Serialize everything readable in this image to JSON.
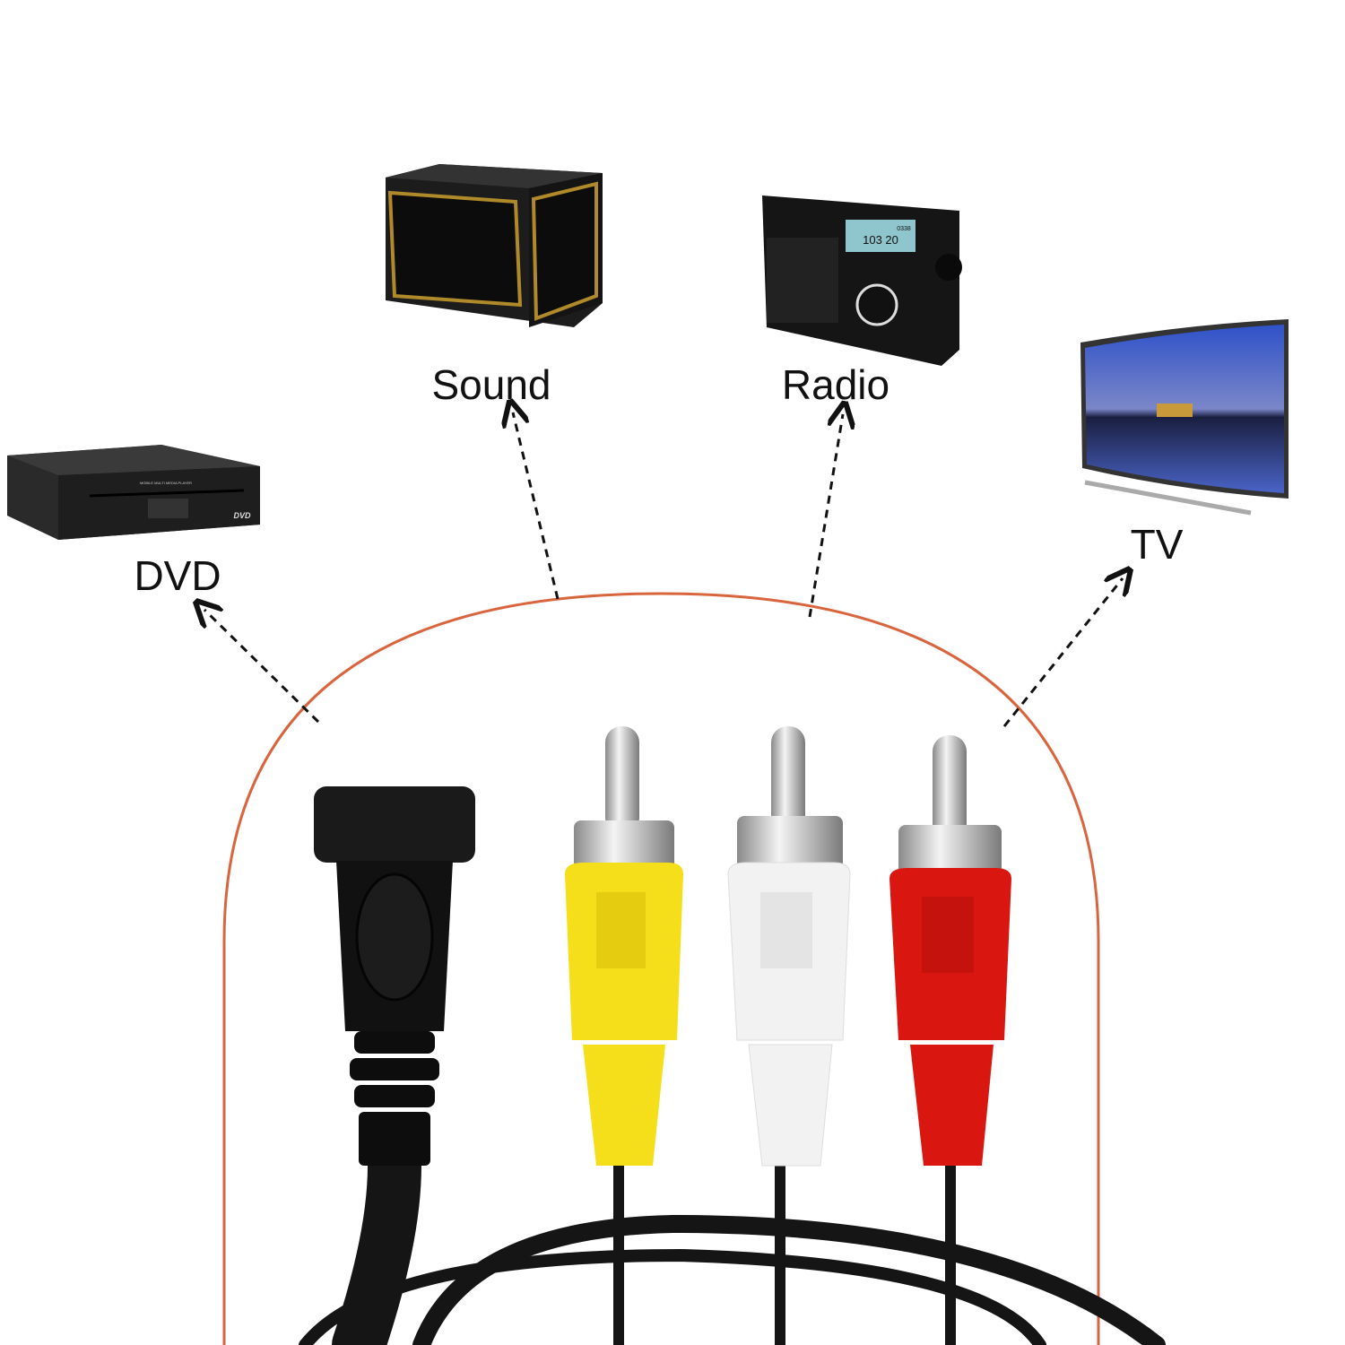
{
  "labels": {
    "dvd": "DVD",
    "sound": "Sound",
    "radio": "Radio",
    "tv": "TV"
  },
  "device_text": {
    "dvd_front": "MOBILE MULTI MEDIA PLAYER",
    "dvd_logo": "DVD",
    "radio_frequency": "103 20",
    "radio_time": "0338"
  },
  "colors": {
    "arch_outline": "#d9653f",
    "rca_yellow": "#f5de1a",
    "rca_white": "#f2f2f2",
    "rca_red": "#d9160f",
    "cable_black": "#151515"
  },
  "icons": [
    "dvd-player-icon",
    "speaker-icon",
    "radio-icon",
    "tv-icon",
    "hdmi-female-connector-icon",
    "rca-plug-icon"
  ]
}
